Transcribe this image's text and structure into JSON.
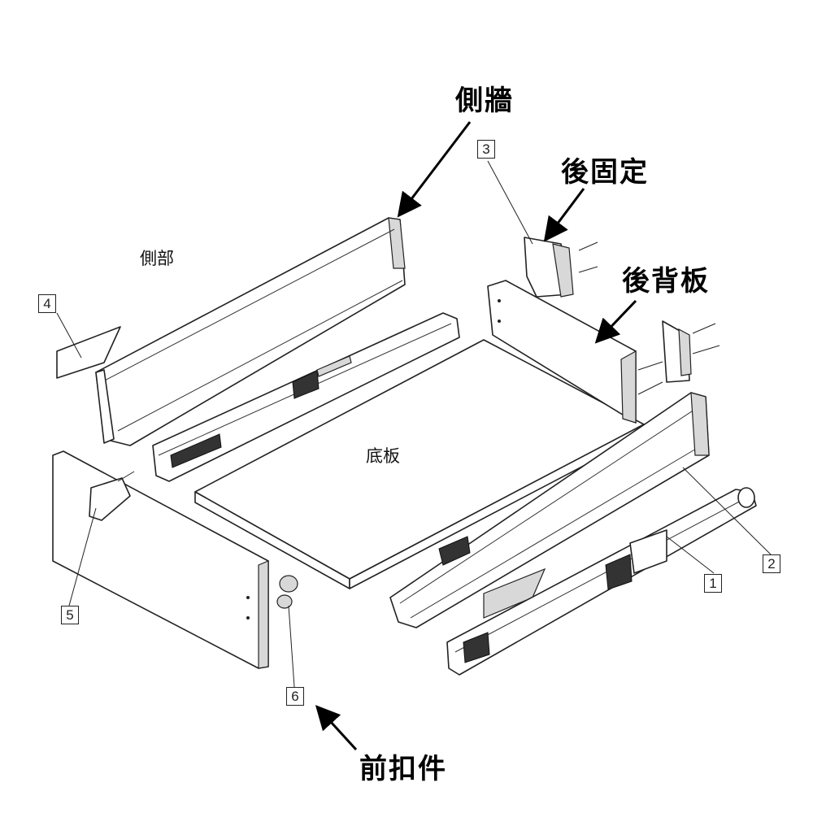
{
  "labels": {
    "side_wall": "側牆",
    "rear_fixing": "後固定",
    "back_panel": "後背板",
    "side_part": "側部",
    "bottom_panel": "底板",
    "front_fastener": "前扣件"
  },
  "callouts": [
    "1",
    "2",
    "3",
    "4",
    "5",
    "6"
  ]
}
